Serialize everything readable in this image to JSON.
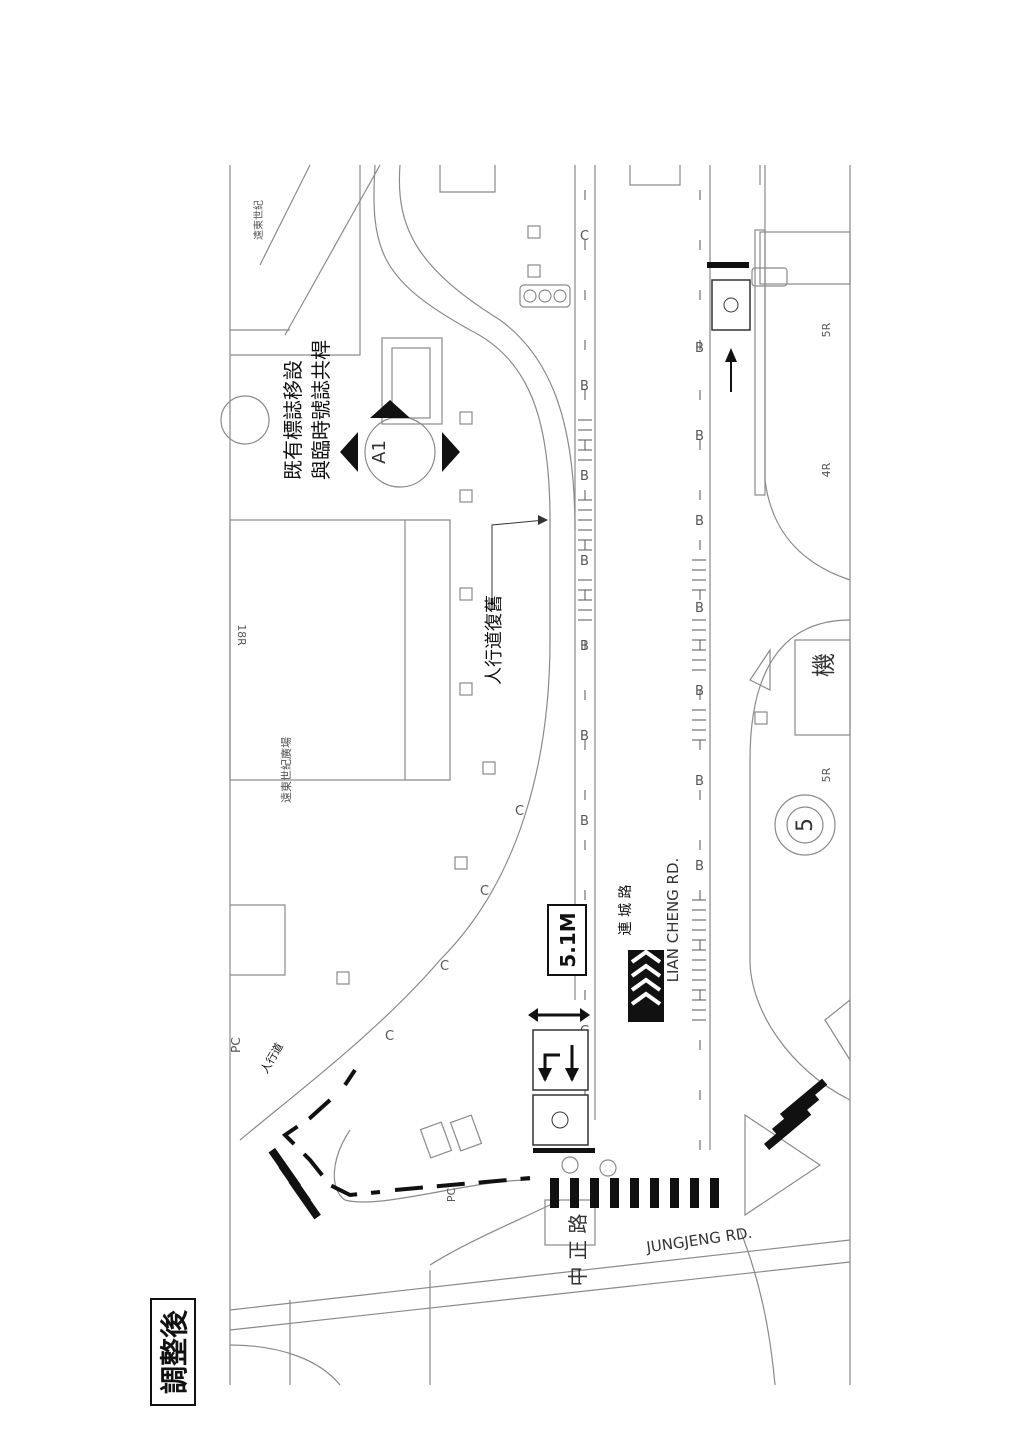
{
  "header": {
    "title": "調整後"
  },
  "plan": {
    "streets": {
      "main_cn": "連 城 路",
      "main_en": "LIAN CHENG RD.",
      "cross_cn": "中 正 路",
      "cross_en": "JUNGJENG RD."
    },
    "annotations": {
      "existing_sign_note": "既有標誌移設",
      "existing_sign_note2": "與臨時號誌共桿",
      "sidewalk_restore": "人行道復舊",
      "sidewalk": "人行道",
      "memorial_plaza": "遠東世紀廣場",
      "memorial_top": "遠東世紀",
      "lane_width": "5.1M",
      "section_label": "A1",
      "pc_label": "PC",
      "moto_label": "機"
    },
    "route_markers": {
      "speed_limit": "5",
      "lane_code_1": "5R",
      "lane_code_2": "4R",
      "lane_code_3": "5R",
      "lane_code_4": "18R",
      "line_code_b": "B",
      "line_code_c": "C"
    },
    "colors": {
      "line": "#333333",
      "thick": "#111111",
      "faint": "#8a8a8a"
    }
  }
}
